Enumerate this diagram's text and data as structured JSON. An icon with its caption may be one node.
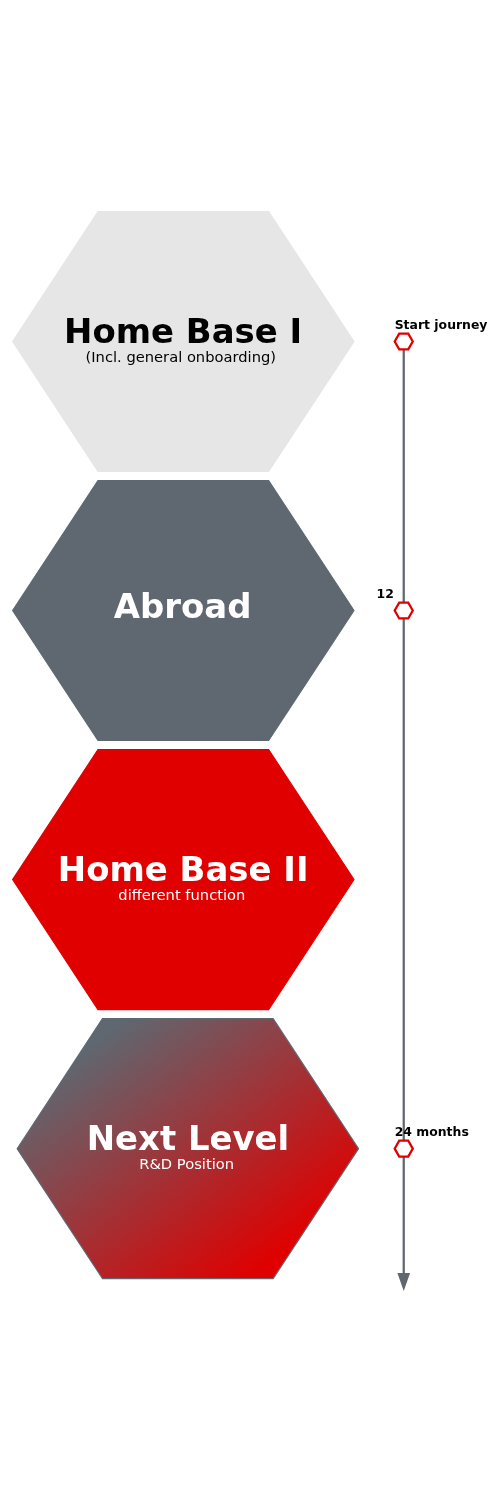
{
  "diagram": {
    "nodes": [
      {
        "text": [
          "Home Base I",
          "(Incl. general onboarding)"
        ]
      },
      {
        "text": [
          "Abroad"
        ]
      },
      {
        "text": [
          "Home Base II",
          "different function"
        ]
      },
      {
        "text": [
          "Next Level",
          "R&D Position"
        ]
      },
      {
        "text": [],
        "shape": "hexagon",
        "beside": [
          "Start journey"
        ]
      },
      {
        "text": [],
        "shape": "hexagon",
        "beside": [
          "12"
        ]
      },
      {
        "text": [],
        "shape": "hexagon",
        "beside": [
          "24 months"
        ]
      }
    ],
    "edges": [
      {
        "from": 4,
        "to": 5,
        "arrow": "none"
      },
      {
        "from": 5,
        "to": 6,
        "arrow": "none"
      },
      {
        "from": 6,
        "to": null,
        "arrow": "to"
      }
    ]
  }
}
